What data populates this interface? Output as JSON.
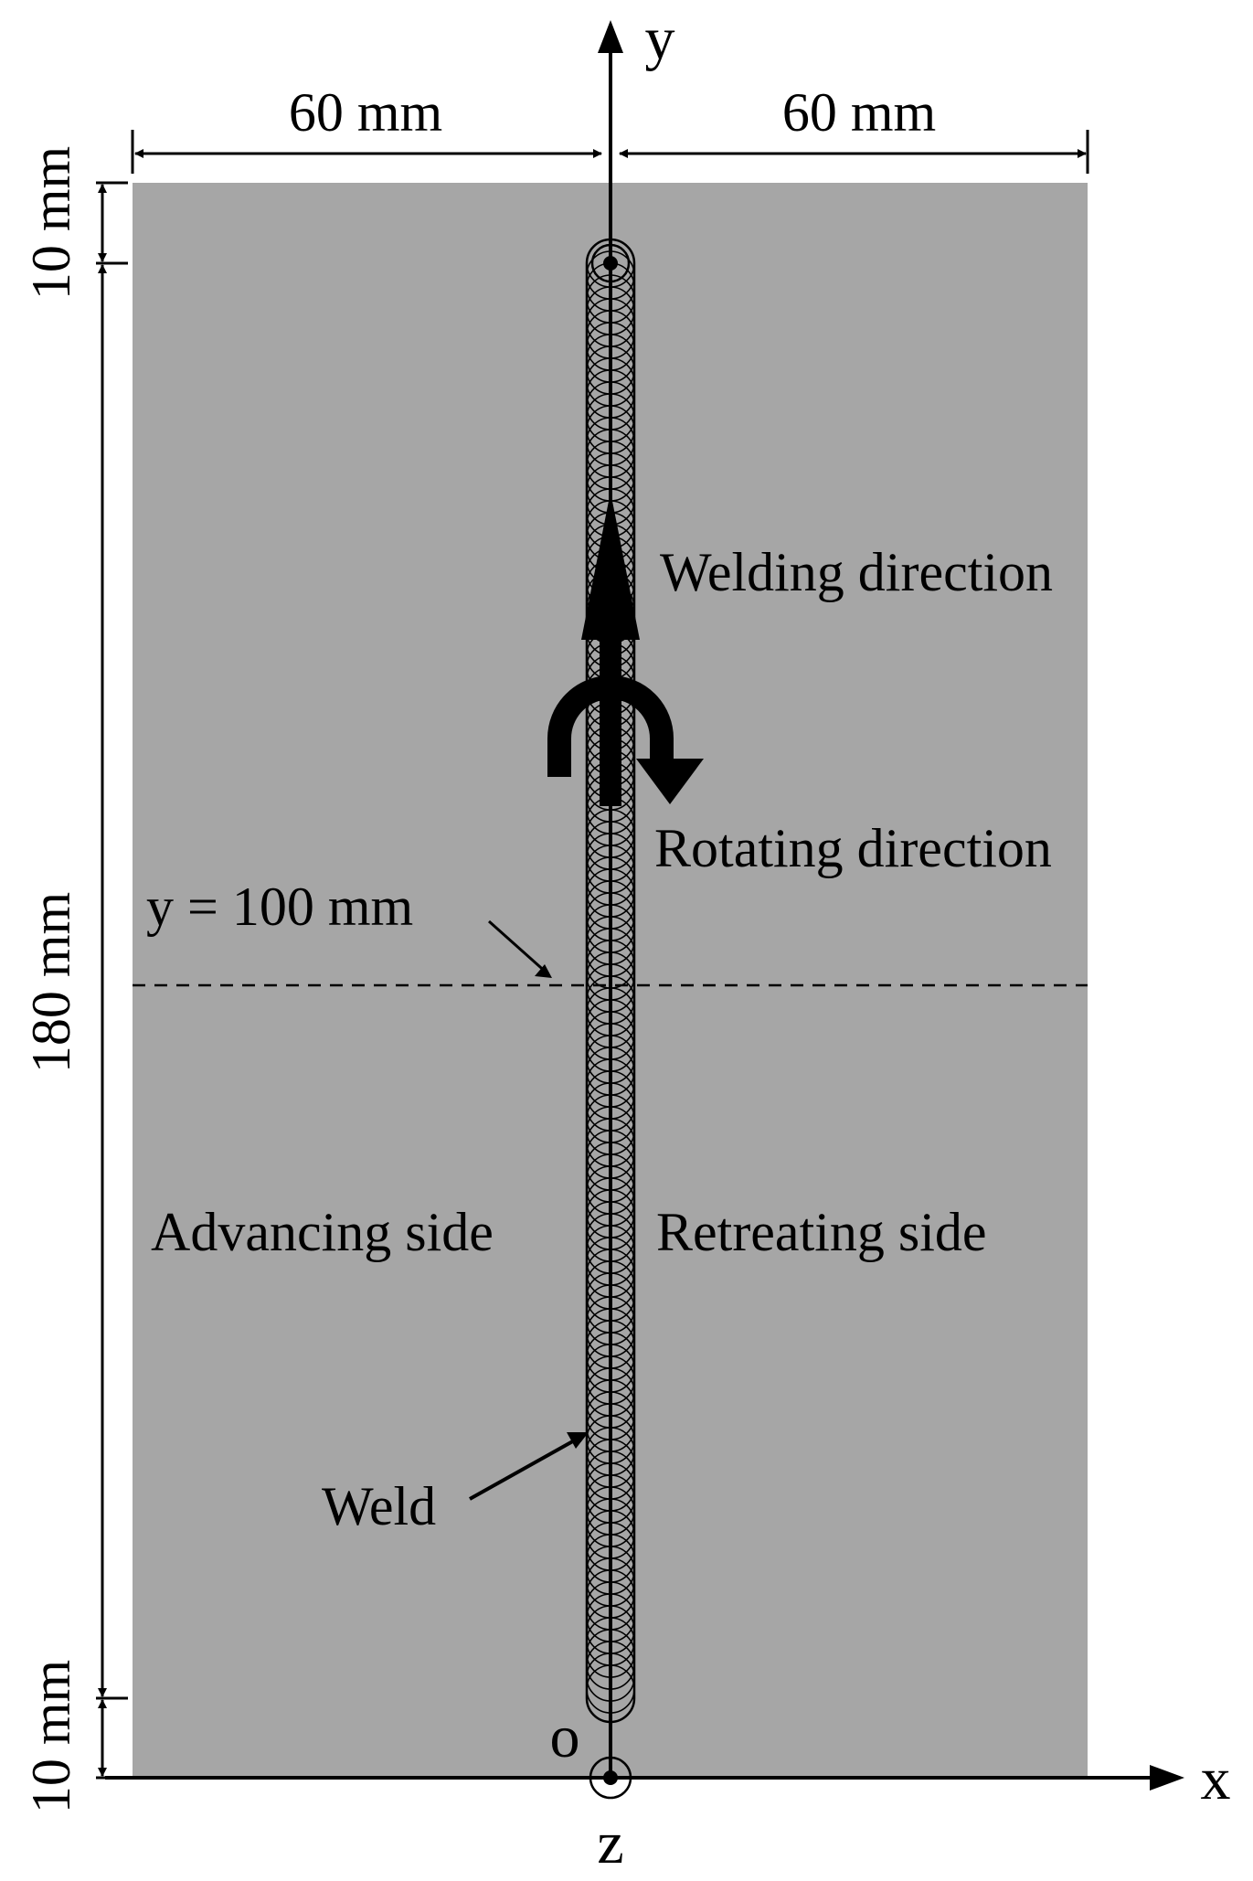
{
  "dimensions": {
    "left_width": "60 mm",
    "right_width": "60 mm",
    "top_margin": "10 mm",
    "weld_length": "180 mm",
    "bottom_margin": "10 mm"
  },
  "axes": {
    "x": "x",
    "y": "y",
    "z": "z",
    "origin": "o"
  },
  "labels": {
    "welding_direction": "Welding direction",
    "rotating_direction": "Rotating direction",
    "section_line": "y = 100 mm",
    "advancing_side": "Advancing side",
    "retreating_side": "Retreating side",
    "weld": "Weld"
  },
  "colors": {
    "plate": "#a6a6a6",
    "ink": "#000000"
  }
}
